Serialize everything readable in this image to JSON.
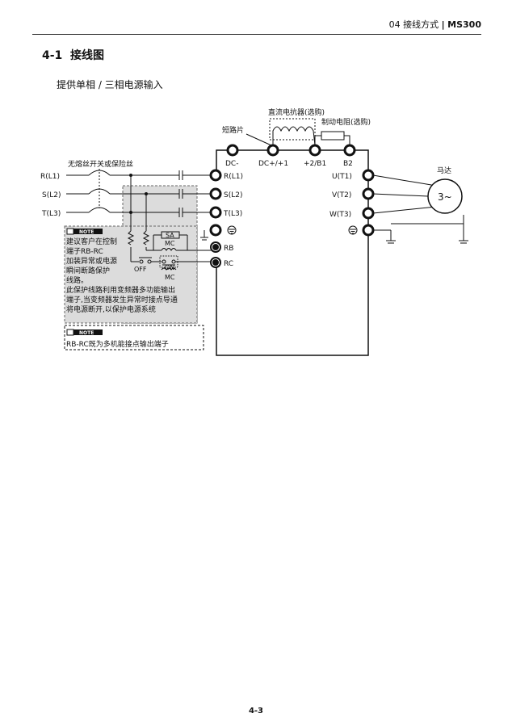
{
  "header": {
    "chapter": "04 接线方式",
    "separator": "|",
    "model": "MS300"
  },
  "section": {
    "number": "4-1",
    "title": "接线图",
    "subtitle": "提供单相 / 三相电源输入"
  },
  "diagram": {
    "labels": {
      "reactor": "直流电抗器(选购)",
      "brake_resistor": "制动电阻(选购)",
      "short_bar": "短路片",
      "breaker": "无熔丝开关或保险丝",
      "motor": "马达",
      "motor_symbol": "3~",
      "sa": "SA",
      "mc": "MC",
      "on": "ON",
      "off": "OFF"
    },
    "input_lines": [
      "R(L1)",
      "S(L2)",
      "T(L3)"
    ],
    "top_terminals": [
      "DC-",
      "DC+/+1",
      "+2/B1",
      "B2"
    ],
    "left_terminals": [
      "R(L1)",
      "S(L2)",
      "T(L3)",
      "RB",
      "RC"
    ],
    "right_terminals": [
      "U(T1)",
      "V(T2)",
      "W(T3)"
    ],
    "note1": {
      "badge": "NOTE",
      "lines": [
        "建议客户在控制",
        "端子RB-RC",
        "加装异常或电源",
        "瞬间断路保护",
        "线路。",
        "此保护线路利用变频器多功能输出",
        "端子,当变频器发生异常时接点导通",
        "将电源断开,以保护电源系统"
      ]
    },
    "note2": {
      "badge": "NOTE",
      "text": "RB-RC既为多机能接点输出端子"
    }
  },
  "footer": {
    "page": "4-3"
  }
}
